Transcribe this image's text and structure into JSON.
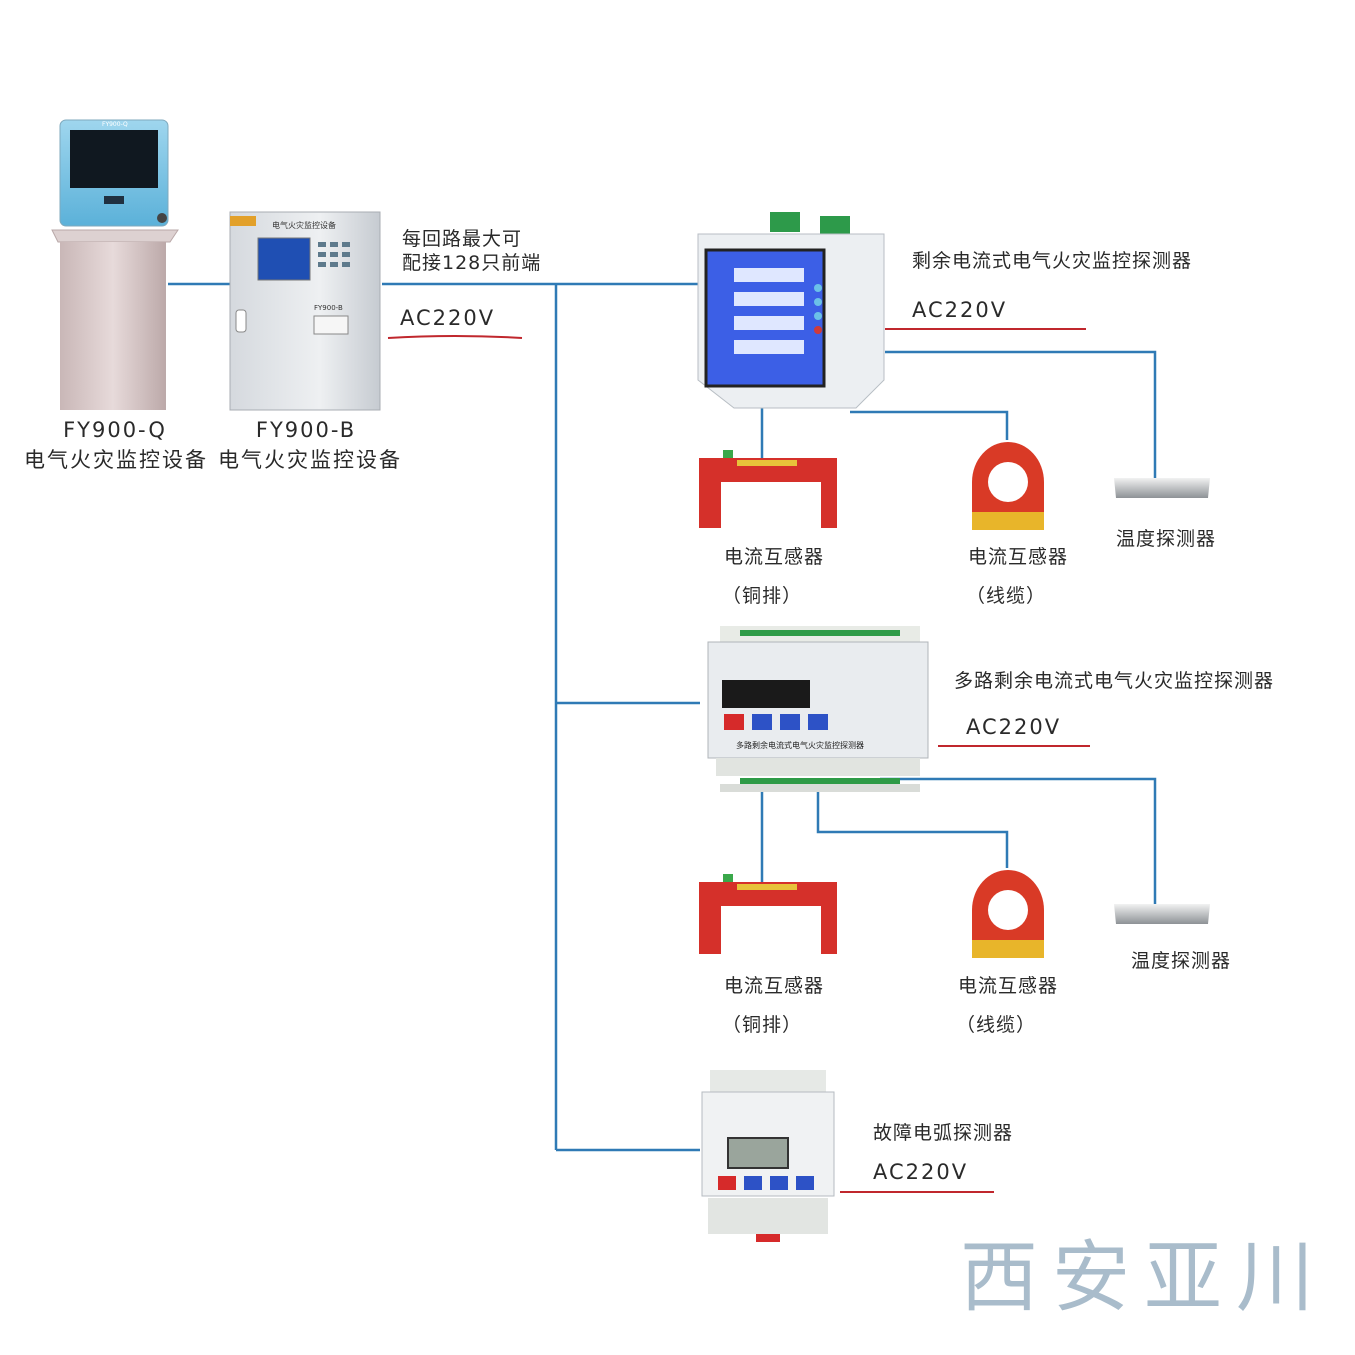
{
  "colors": {
    "wire": "#2f7ab5",
    "ac_underline": "#c0272d",
    "watermark": "#a9bccb"
  },
  "left_devices": {
    "q": {
      "model": "FY900-Q",
      "name": "电气火灾监控设备",
      "screen_caption": "FY900-Q"
    },
    "b": {
      "model": "FY900-B",
      "name": "电气火灾监控设备",
      "panel_title": "电气火灾监控设备",
      "panel_model": "FY900-B"
    }
  },
  "bus": {
    "note_line1": "每回路最大可",
    "note_line2": "配接128只前端",
    "voltage": "AC220V"
  },
  "detector1": {
    "name": "剩余电流式电气火灾监控探测器",
    "voltage": "AC220V",
    "ct_bar": {
      "line1": "电流互感器",
      "line2": "（铜排）"
    },
    "ct_ring": {
      "line1": "电流互感器",
      "line2": "（线缆）"
    },
    "temp": "温度探测器"
  },
  "detector2": {
    "name": "多路剩余电流式电气火灾监控探测器",
    "voltage": "AC220V",
    "panel_caption": "多路剩余电流式电气火灾监控探测器",
    "ct_bar": {
      "line1": "电流互感器",
      "line2": "（铜排）"
    },
    "ct_ring": {
      "line1": "电流互感器",
      "line2": "（线缆）"
    },
    "temp": "温度探测器"
  },
  "detector3": {
    "name": "故障电弧探测器",
    "voltage": "AC220V"
  },
  "watermark": "西安亚川"
}
